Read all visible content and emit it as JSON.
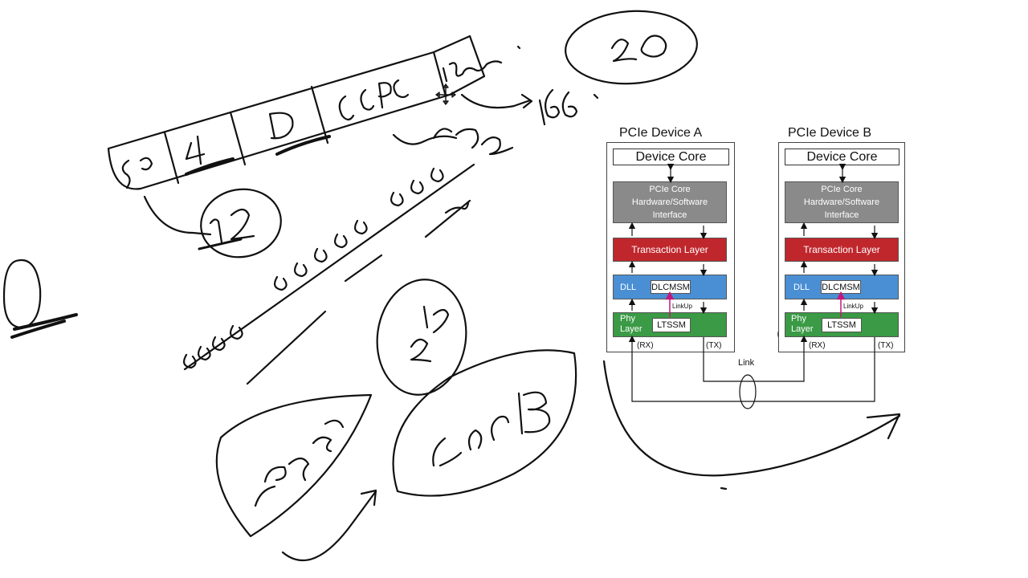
{
  "diagram": {
    "device_a": {
      "title": "PCIe Device A",
      "core": "Device Core",
      "interface_line1": "PCIe Core",
      "interface_line2": "Hardware/Software",
      "interface_line3": "Interface",
      "transaction": "Transaction Layer",
      "dll": "DLL",
      "dlcmsm": "DLCMSM",
      "linkup": "LinkUp",
      "phy_line1": "Phy",
      "phy_line2": "Layer",
      "ltssm": "LTSSM",
      "rx": "(RX)",
      "tx": "(TX)"
    },
    "device_b": {
      "title": "PCIe Device B",
      "core": "Device Core",
      "interface_line1": "PCIe Core",
      "interface_line2": "Hardware/Software",
      "interface_line3": "Interface",
      "transaction": "Transaction Layer",
      "dll": "DLL",
      "dlcmsm": "DLCMSM",
      "linkup": "LinkUp",
      "phy_line1": "Phy",
      "phy_line2": "Layer",
      "ltssm": "LTSSM",
      "rx": "(RX)",
      "tx": "(TX)"
    },
    "link_label": "Link"
  },
  "colors": {
    "transaction": "#c0272d",
    "dll": "#4a8fd4",
    "phy": "#3a9a45",
    "interface": "#8a8a8a",
    "linkup_arrow": "#c2187a"
  }
}
